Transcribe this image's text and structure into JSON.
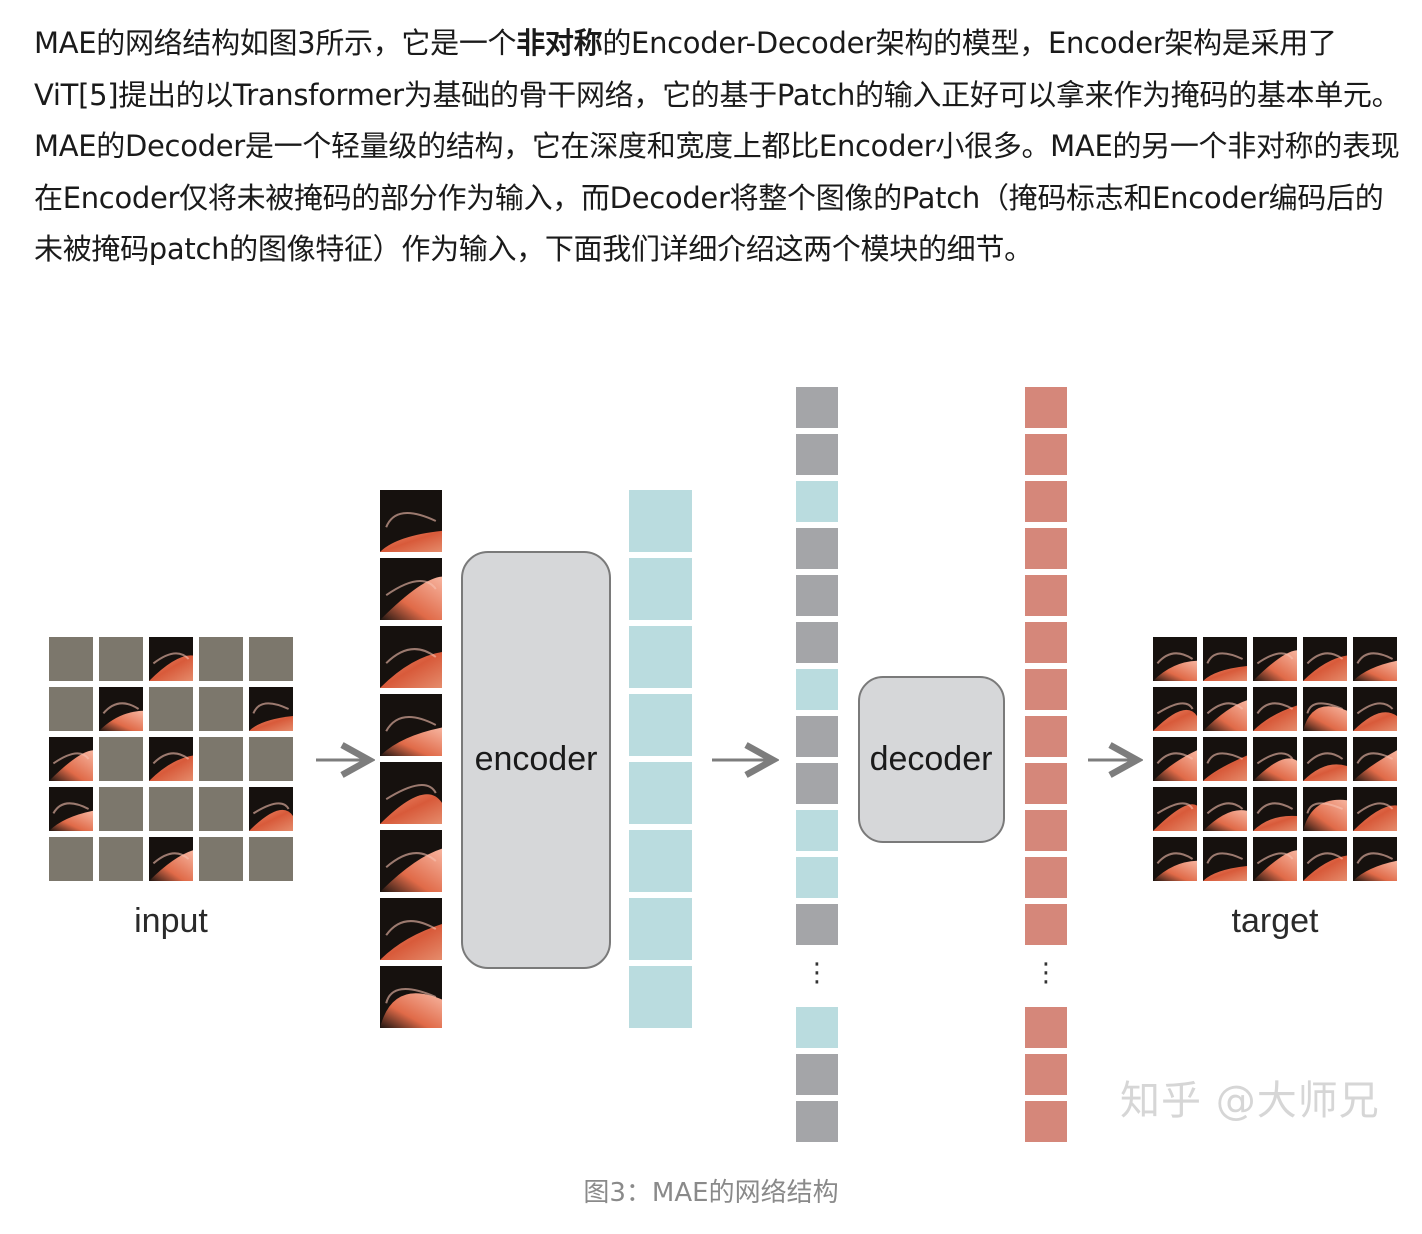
{
  "article": {
    "p_before_bold": "MAE的网络结构如图3所示，它是一个",
    "p_bold": "非对称",
    "p_after_bold": "的Encoder-Decoder架构的模型，Encoder架构是采用了ViT[5]提出的以Transformer为基础的骨干网络，它的基于Patch的输入正好可以拿来作为掩码的基本单元。MAE的Decoder是一个轻量级的结构，它在深度和宽度上都比Encoder小很多。MAE的另一个非对称的表现在Encoder仅将未被掩码的部分作为输入，而Decoder将整个图像的Patch（掩码标志和Encoder编码后的未被掩码patch的图像特征）作为输入，下面我们详细介绍这两个模块的细节。"
  },
  "figure": {
    "input_label": "input",
    "encoder_label": "encoder",
    "decoder_label": "decoder",
    "target_label": "target",
    "ellipsis": "⋮",
    "caption": "图3：MAE的网络结构",
    "watermark": "知乎 @大师兄"
  },
  "colors": {
    "mask_gray": "#7c776c",
    "token_gray": "#a4a5a8",
    "token_blue": "#badcdf",
    "token_red": "#d5877a",
    "block_fill": "#d6d7d9",
    "block_stroke": "#7a7a7a",
    "arrow": "#7d7d7d"
  },
  "input_grid_mask": [
    [
      1,
      1,
      0,
      1,
      1
    ],
    [
      1,
      0,
      1,
      1,
      0
    ],
    [
      0,
      1,
      0,
      1,
      1
    ],
    [
      0,
      1,
      1,
      1,
      0
    ],
    [
      1,
      1,
      0,
      1,
      1
    ]
  ],
  "decoder_input_sequence": [
    "gray",
    "gray",
    "blue",
    "gray",
    "gray",
    "gray",
    "blue",
    "gray",
    "gray",
    "blue",
    "blue",
    "gray",
    "ellipsis",
    "blue",
    "gray",
    "gray"
  ],
  "icons": {
    "arrow": "right-arrow-icon"
  }
}
